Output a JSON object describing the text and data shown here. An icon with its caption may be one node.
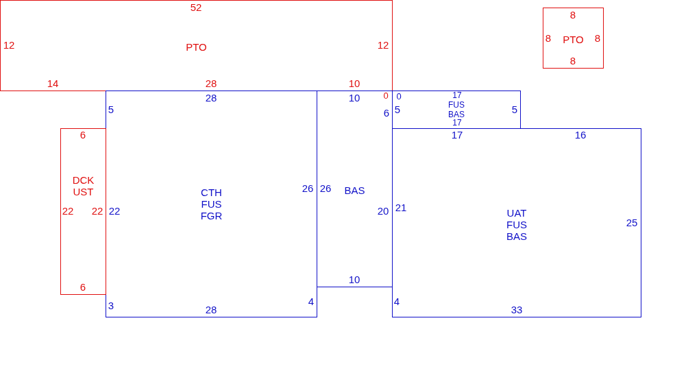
{
  "diagram": {
    "nodes": [
      {
        "text": [
          "PTO"
        ]
      },
      {
        "text": [
          "PTO"
        ]
      },
      {
        "text": [
          "CTH FUS FGR"
        ]
      },
      {
        "text": [
          "BAS"
        ]
      },
      {
        "text": [
          "FUS BAS"
        ]
      },
      {
        "text": [
          "UAT FUS BAS"
        ]
      },
      {
        "text": [
          "DCK UST"
        ]
      }
    ],
    "labels": [
      "52",
      "8",
      "8",
      "8",
      "12",
      "12",
      "8",
      "14",
      "28",
      "10",
      "28",
      "10",
      "0",
      "0",
      "17",
      "5",
      "6",
      "5",
      "5",
      "17",
      "6",
      "17",
      "16",
      "26",
      "26",
      "22",
      "22",
      "22",
      "20",
      "21",
      "25",
      "10",
      "6",
      "4",
      "4",
      "3",
      "28",
      "33"
    ]
  }
}
